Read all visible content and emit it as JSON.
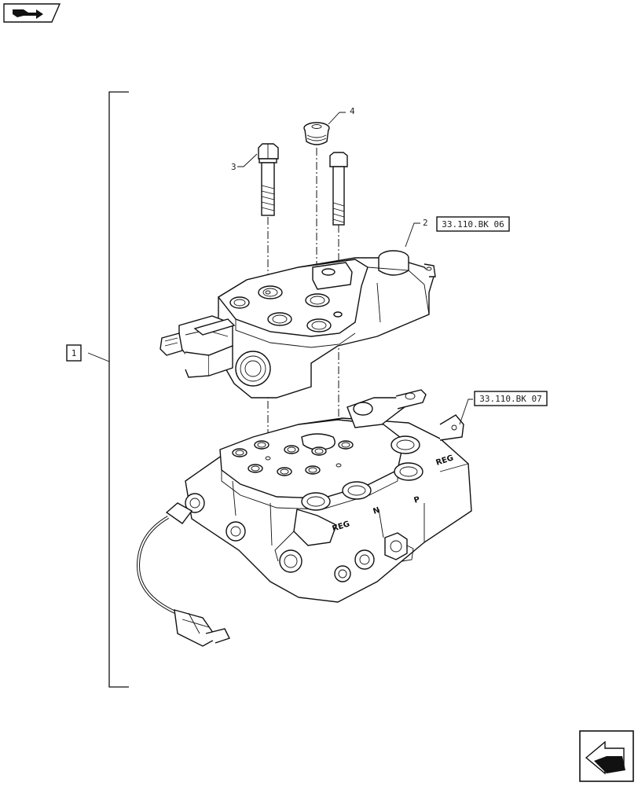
{
  "callouts": {
    "assembly": "1",
    "valve_section_ref": "33.110.BK 06",
    "inlet_section_ref": "33.110.BK 07",
    "item_2": "2",
    "item_3": "3",
    "item_4": "4"
  },
  "valve_marks": {
    "mark_reg_upper": "REG",
    "mark_reg_lower": "REG",
    "mark_p": "P",
    "mark_n": "N"
  },
  "icons": {
    "top_left": "book-arrow-icon",
    "bottom_right": "next-page-arrow-icon"
  },
  "colors": {
    "line": "#111111",
    "background": "#ffffff"
  }
}
